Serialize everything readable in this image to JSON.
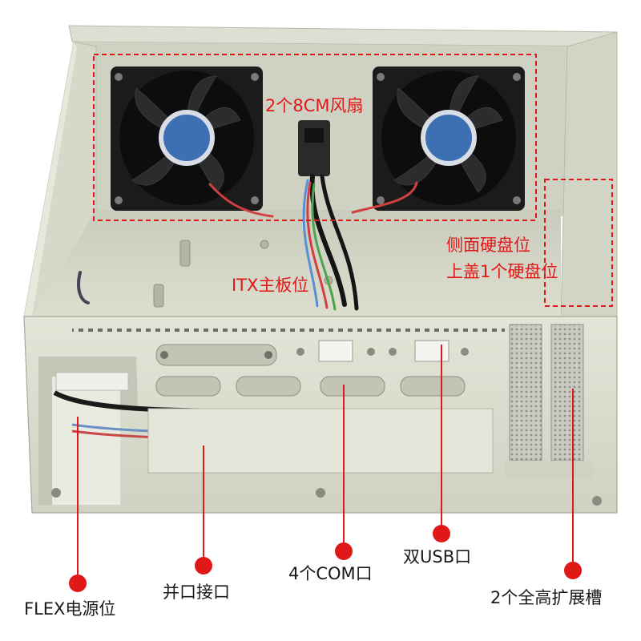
{
  "colors": {
    "annotation_red": "#e01818",
    "case_body": "#d9dbcd",
    "case_shadow": "#b9bbad",
    "fan": "#1b1b1b",
    "label_text": "#1a1a1a"
  },
  "annotations": {
    "fans": "2个8CM风扇",
    "itx": "ITX主板位",
    "hdd_side": "侧面硬盘位",
    "hdd_top": "上盖1个硬盘位",
    "flex": "FLEX电源位",
    "parallel": "并口接口",
    "com": "4个COM口",
    "usb": "双USB口",
    "slots": "2个全高扩展槽"
  },
  "icons": [
    "fan-icon",
    "usb-port-icon",
    "db25-port-icon",
    "db9-port-icon",
    "marker-dot-icon"
  ]
}
